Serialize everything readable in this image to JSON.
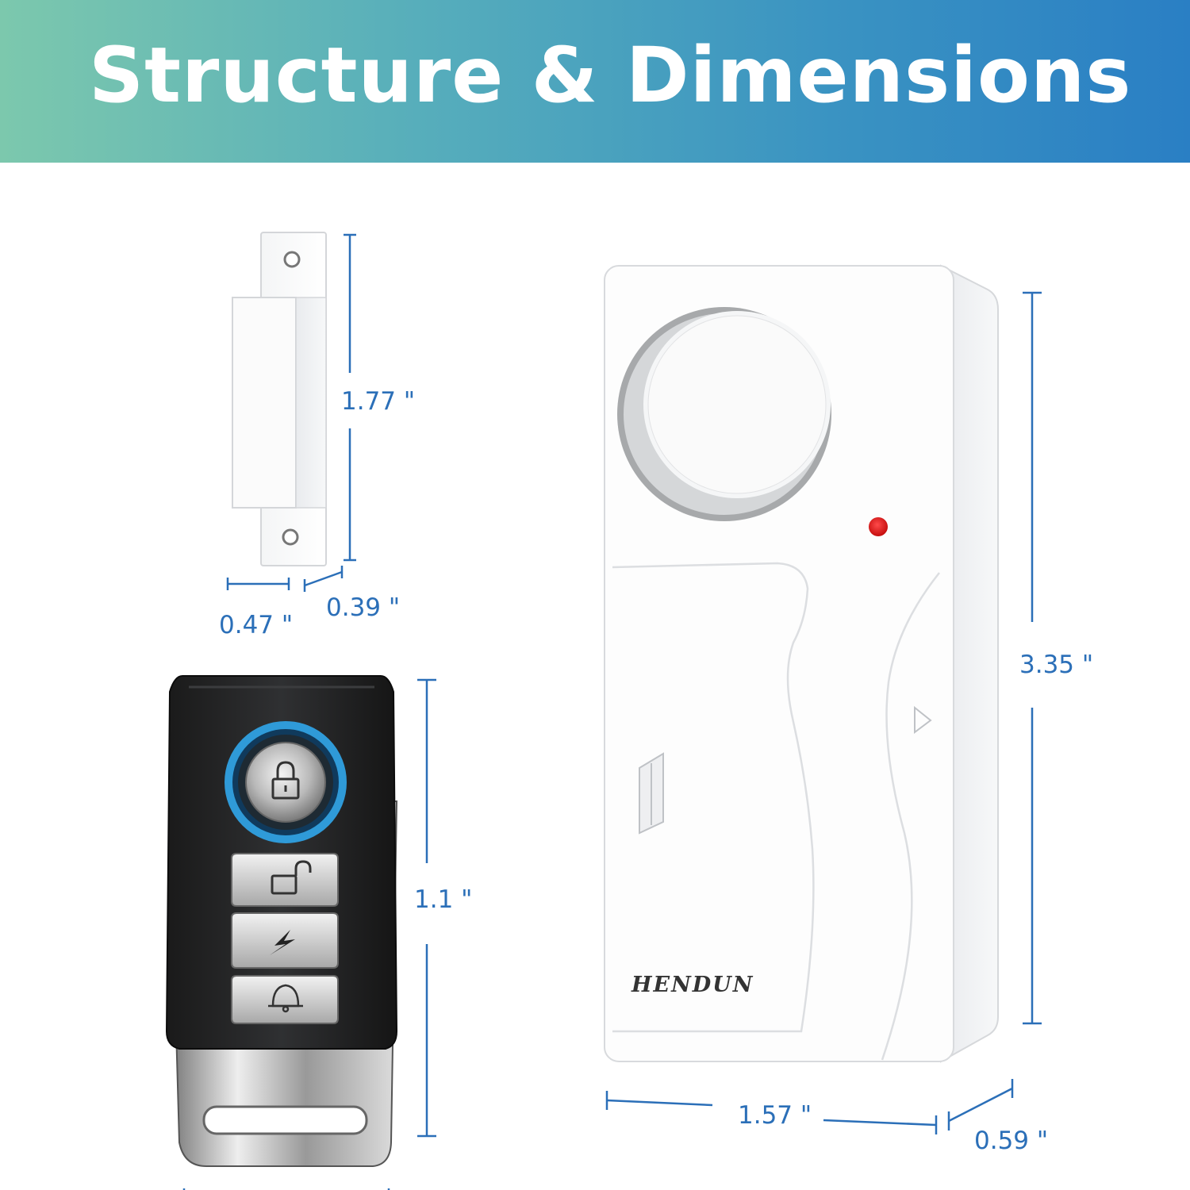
{
  "title": "Structure & Dimensions",
  "brand": "HENDUN",
  "colors": {
    "banner_start": "#7cc8ad",
    "banner_end": "#2a7fc4",
    "dimension_text": "#2b6fb8",
    "indicator_led": "#e01515",
    "remote_ring": "#2f9ad8"
  },
  "dimensions": {
    "magnet_height": "1.77 \"",
    "magnet_width": "0.47 \"",
    "magnet_depth": "0.39 \"",
    "remote_height": "1.1 \"",
    "alarm_height": "3.35 \"",
    "alarm_width": "1.57 \"",
    "alarm_depth": "0.59 \""
  },
  "icons": {
    "remote_buttons": [
      "lock-icon",
      "unlock-icon",
      "lightning-icon",
      "bell-icon"
    ]
  }
}
